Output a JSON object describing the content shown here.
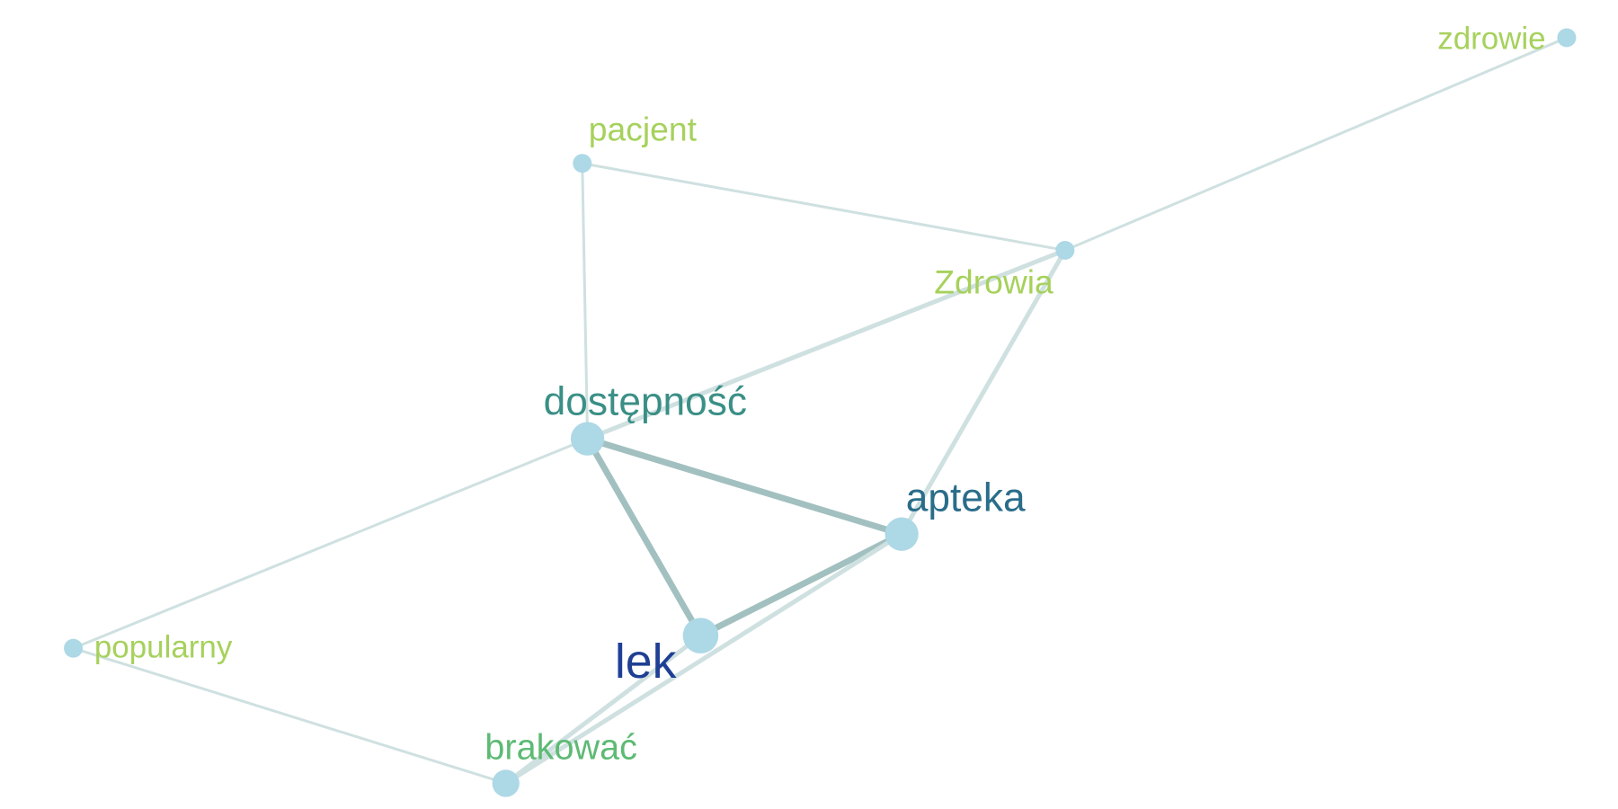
{
  "graph": {
    "nodes": [
      {
        "id": "zdrowie",
        "label": "zdrowie",
        "size": 1,
        "color": "#a6d15c"
      },
      {
        "id": "pacjent",
        "label": "pacjent",
        "size": 1,
        "color": "#a6d15c"
      },
      {
        "id": "Zdrowia",
        "label": "Zdrowia",
        "size": 1,
        "color": "#a6d15c"
      },
      {
        "id": "dostepnosc",
        "label": "dostępność",
        "size": 3,
        "color": "#3a8f86"
      },
      {
        "id": "apteka",
        "label": "apteka",
        "size": 3,
        "color": "#2a6d8a"
      },
      {
        "id": "lek",
        "label": "lek",
        "size": 4,
        "color": "#1f3f94"
      },
      {
        "id": "popularny",
        "label": "popularny",
        "size": 1,
        "color": "#a6d15c"
      },
      {
        "id": "brakowac",
        "label": "brakować",
        "size": 2,
        "color": "#5dba74"
      }
    ],
    "edges": [
      {
        "source": "zdrowie",
        "target": "Zdrowia",
        "weight": 1
      },
      {
        "source": "pacjent",
        "target": "Zdrowia",
        "weight": 1
      },
      {
        "source": "pacjent",
        "target": "dostepnosc",
        "weight": 1
      },
      {
        "source": "Zdrowia",
        "target": "dostepnosc",
        "weight": 2
      },
      {
        "source": "Zdrowia",
        "target": "apteka",
        "weight": 2
      },
      {
        "source": "dostepnosc",
        "target": "apteka",
        "weight": 3
      },
      {
        "source": "dostepnosc",
        "target": "lek",
        "weight": 3
      },
      {
        "source": "dostepnosc",
        "target": "popularny",
        "weight": 1
      },
      {
        "source": "apteka",
        "target": "lek",
        "weight": 3
      },
      {
        "source": "apteka",
        "target": "brakowac",
        "weight": 2
      },
      {
        "source": "lek",
        "target": "brakowac",
        "weight": 2
      },
      {
        "source": "popularny",
        "target": "brakowac",
        "weight": 1
      }
    ],
    "node_fill": "#add8e6",
    "edge_color_light": "#cfe0e0",
    "edge_color_strong": "#a2c0c0"
  }
}
